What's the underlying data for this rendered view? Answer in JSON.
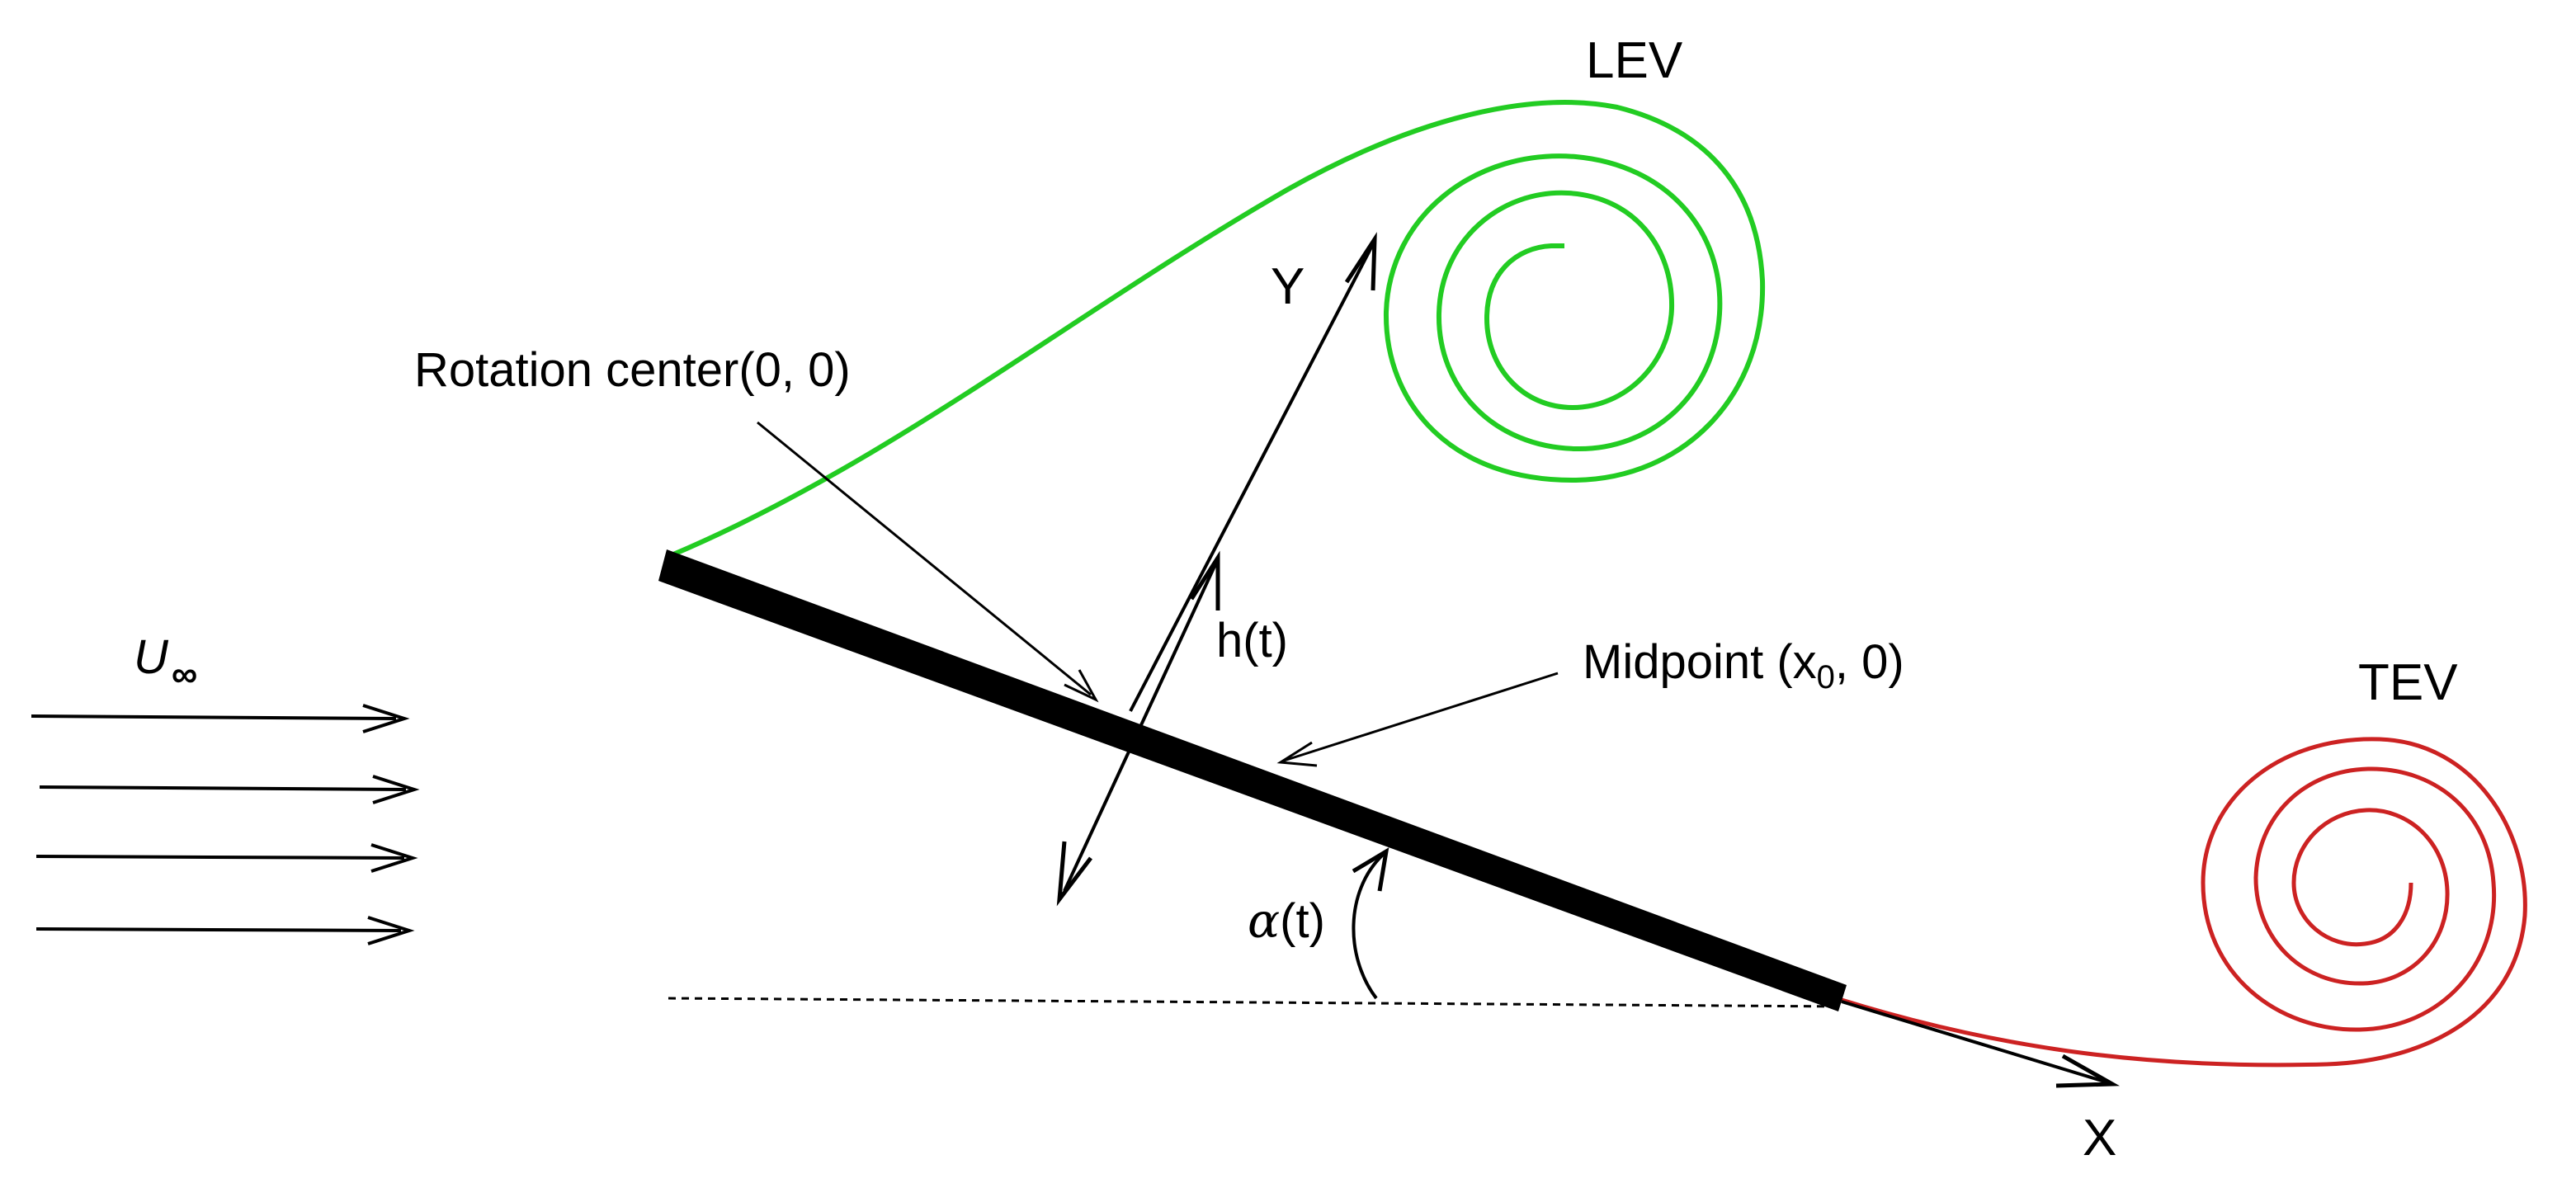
{
  "labels": {
    "lev": "LEV",
    "tev": "TEV",
    "y_axis": "Y",
    "x_axis": "X",
    "rotation_center": "Rotation center(0, 0)",
    "midpoint_prefix": "Midpoint (x",
    "midpoint_subscript": "0",
    "midpoint_suffix": ", 0)",
    "heave": "h(t)",
    "angle_symbol": "α",
    "angle_arg": "(t)",
    "freestream_symbol": "U",
    "freestream_subscript": "∞"
  },
  "colors": {
    "lev": "#22cc22",
    "tev": "#cc2222",
    "ink": "#000000"
  }
}
